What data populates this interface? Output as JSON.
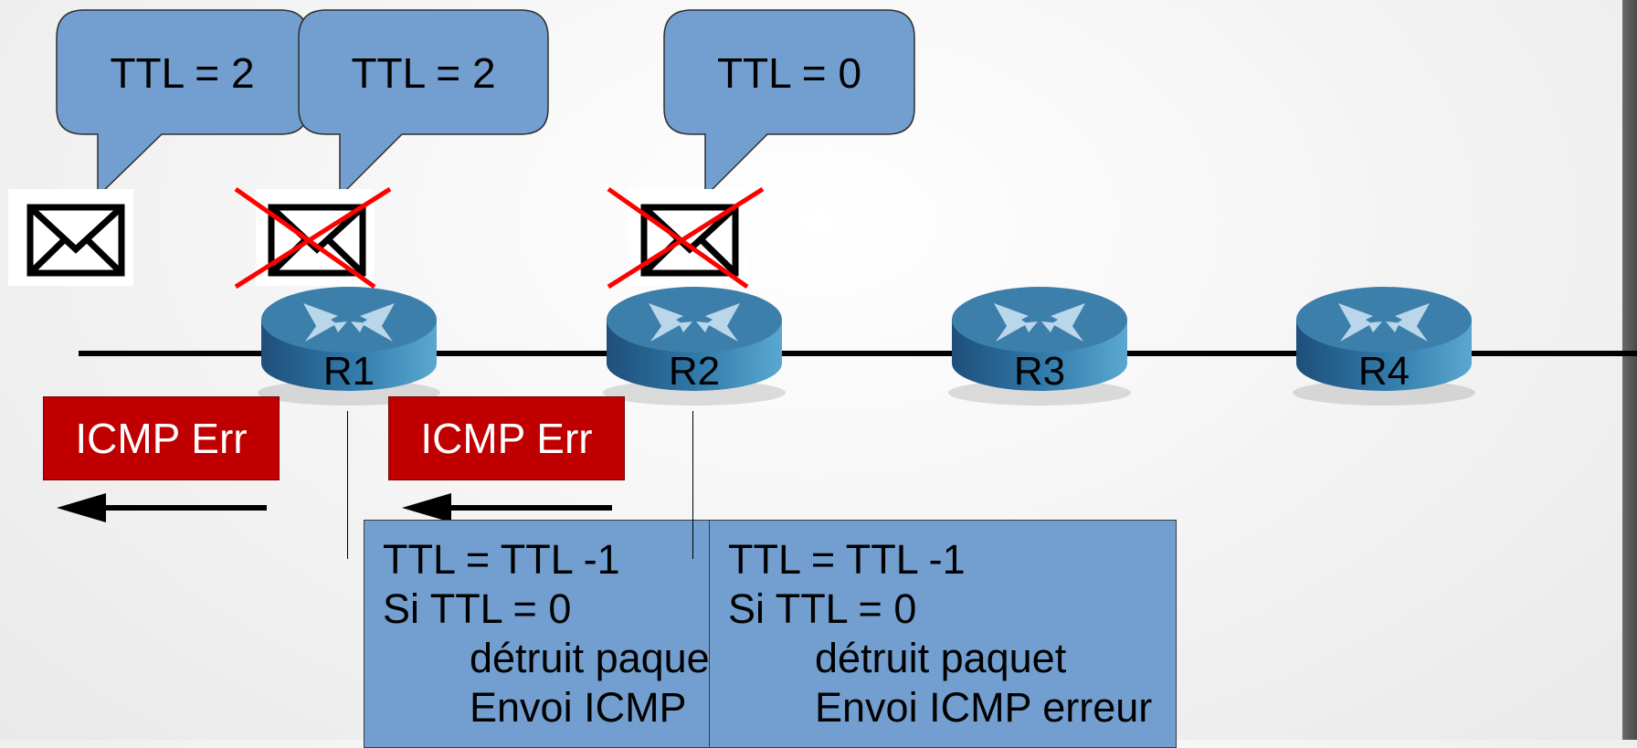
{
  "callouts": [
    {
      "text": "TTL = 2"
    },
    {
      "text": "TTL = 2"
    },
    {
      "text": "TTL = 0"
    }
  ],
  "routers": [
    {
      "label": "R1"
    },
    {
      "label": "R2"
    },
    {
      "label": "R3"
    },
    {
      "label": "R4"
    }
  ],
  "icmp_boxes": [
    {
      "text": "ICMP Err"
    },
    {
      "text": "ICMP Err"
    }
  ],
  "algorithm_boxes": [
    {
      "line1": "TTL = TTL -1",
      "line2": "Si TTL = 0",
      "line3": "détruit paque",
      "line4": "Envoi ICMP"
    },
    {
      "line1": "TTL = TTL -1",
      "line2": "Si TTL = 0",
      "line3": "détruit paquet",
      "line4": "Envoi ICMP erreur"
    }
  ],
  "colors": {
    "callout_fill": "#729fcf",
    "icmp_fill": "#c00000",
    "cross": "#ff0000",
    "router_body": "#2c6e98"
  },
  "icons": [
    "envelope-icon",
    "router-icon",
    "left-arrow-icon",
    "red-cross-icon"
  ]
}
